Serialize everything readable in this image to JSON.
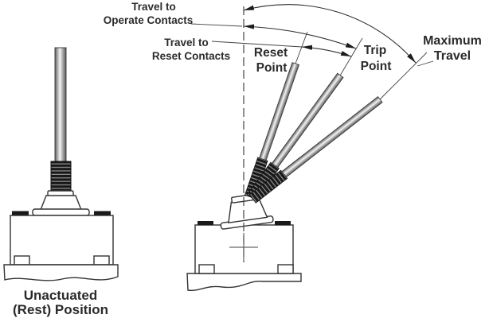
{
  "diagram": {
    "type": "limit-switch-lever-travel-diagram",
    "labels": {
      "travel_operate": [
        "Travel to",
        "Operate Contacts"
      ],
      "travel_reset": [
        "Travel to",
        "Reset Contacts"
      ],
      "reset_point": [
        "Reset",
        "Point"
      ],
      "trip_point": [
        "Trip",
        "Point"
      ],
      "maximum_travel": [
        "Maximum",
        "Travel"
      ],
      "unactuated": [
        "Unactuated",
        "(Rest) Position"
      ]
    },
    "colors": {
      "background": "#ffffff",
      "line": "#2f2f2f",
      "text": "#2b2b2b",
      "thread_dark": "#181818",
      "thread_ridge": "#8a8a8a",
      "rod_highlight": "#f4f4f4",
      "tab_black": "#1a1a1a"
    }
  }
}
